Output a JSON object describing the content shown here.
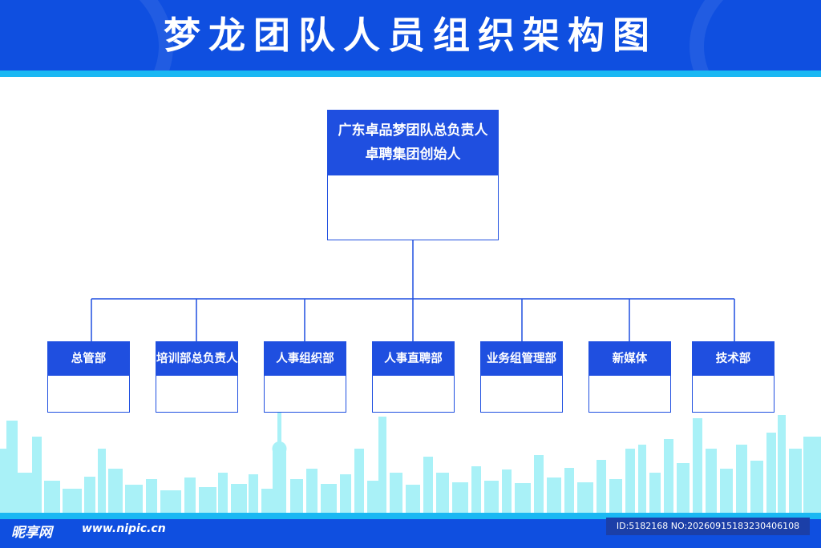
{
  "title": "梦龙团队人员组织架构图",
  "colors": {
    "primary_blue": "#0f4fe0",
    "accent_cyan": "#1ab8f3",
    "node_blue": "#1f4fe0",
    "skyline": "#a9f1f7"
  },
  "root": {
    "line1": "广东卓品梦团队总负责人",
    "line2": "卓聘集团创始人"
  },
  "departments": [
    "总管部",
    "培训部总负责人",
    "人事组织部",
    "人事直聘部",
    "业务组管理部",
    "新媒体",
    "技术部"
  ],
  "watermark": {
    "logo": "昵享网",
    "url": "www.nipic.cn",
    "id": "ID:5182168 NO:20260915183230406108"
  }
}
